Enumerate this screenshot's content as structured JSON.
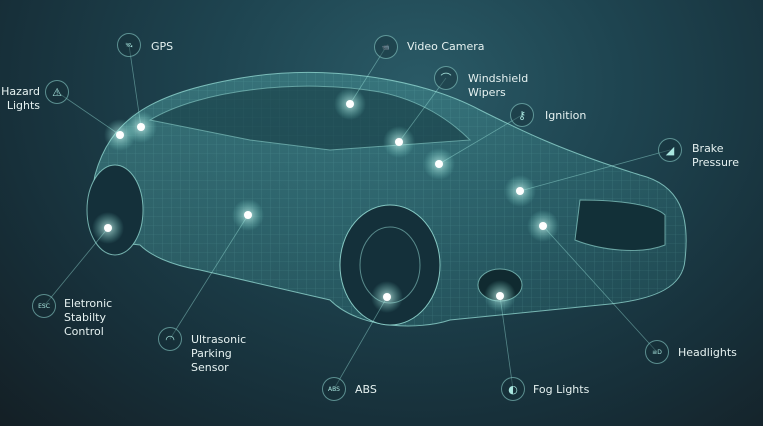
{
  "colors": {
    "accent": "#7fe3d6",
    "text": "#e6f2f1",
    "background": "#1e4450"
  },
  "features": [
    {
      "id": "gps",
      "lines": [
        "GPS"
      ],
      "icon": "satellite-icon",
      "glyph": "🛰"
    },
    {
      "id": "hazard-lights",
      "lines": [
        "Hazard",
        "Lights"
      ],
      "icon": "hazard-triangle-icon",
      "glyph": "⚠"
    },
    {
      "id": "video-camera",
      "lines": [
        "Video Camera"
      ],
      "icon": "video-camera-icon",
      "glyph": "📹"
    },
    {
      "id": "windshield-wipers",
      "lines": [
        "Windshield",
        "Wipers"
      ],
      "icon": "wiper-icon",
      "glyph": "⌒"
    },
    {
      "id": "ignition",
      "lines": [
        "Ignition"
      ],
      "icon": "key-icon",
      "glyph": "⚷"
    },
    {
      "id": "brake-pressure",
      "lines": [
        "Brake",
        "Pressure"
      ],
      "icon": "brake-pedal-icon",
      "glyph": "◢"
    },
    {
      "id": "electronic-stability-control",
      "lines": [
        "Eletronic",
        "Stabilty",
        "Control"
      ],
      "icon": "esc-icon",
      "glyph": "ESC"
    },
    {
      "id": "ultrasonic-parking-sensor",
      "lines": [
        "Ultrasonic",
        "Parking",
        "Sensor"
      ],
      "icon": "sonar-waves-icon",
      "glyph": "◠"
    },
    {
      "id": "abs",
      "lines": [
        "ABS"
      ],
      "icon": "abs-icon",
      "glyph": "ABS"
    },
    {
      "id": "fog-lights",
      "lines": [
        "Fog Lights"
      ],
      "icon": "fog-light-icon",
      "glyph": "◐"
    },
    {
      "id": "headlights",
      "lines": [
        "Headlights"
      ],
      "icon": "headlight-icon",
      "glyph": "≡D"
    }
  ]
}
